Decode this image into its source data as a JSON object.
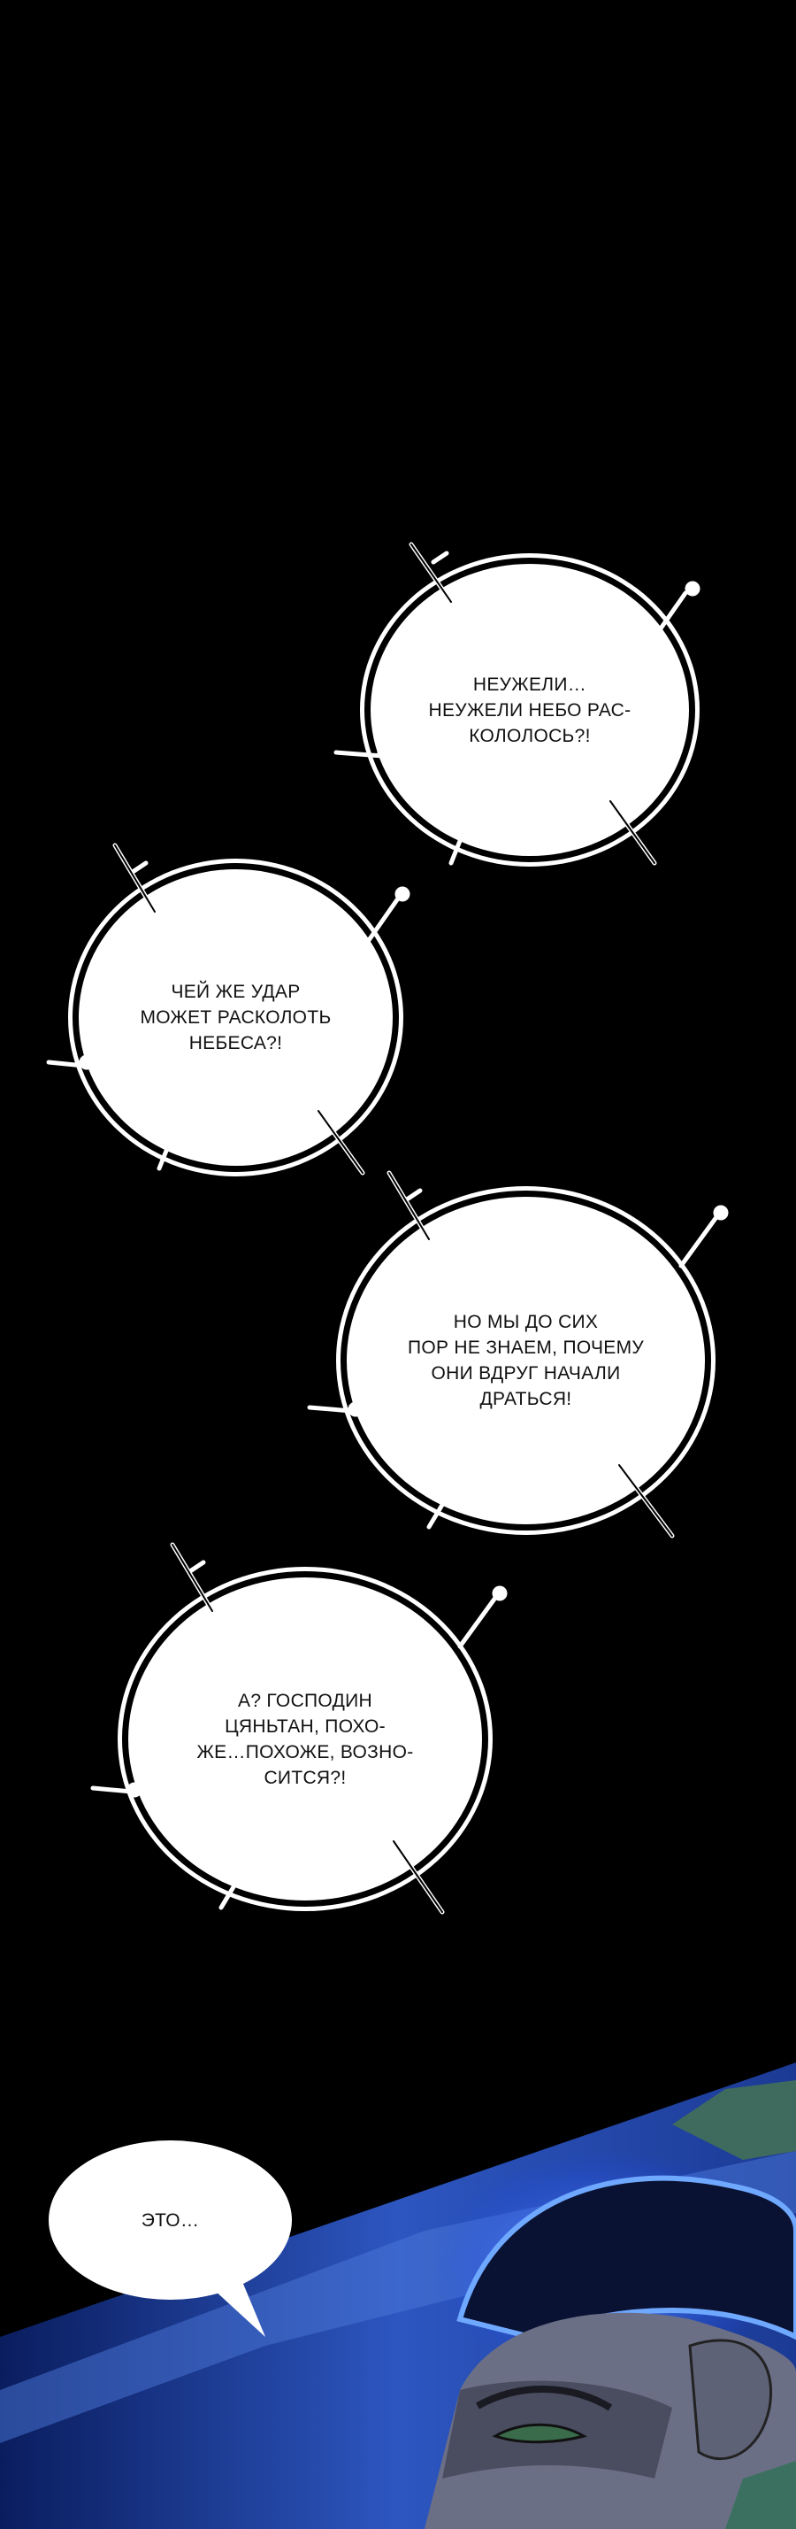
{
  "bubbles": [
    {
      "text": "НЕУЖЕЛИ…\nНЕУЖЕЛИ НЕБО РАС-\nКОЛОЛОСЬ?!"
    },
    {
      "text": "ЧЕЙ ЖЕ УДАР\nМОЖЕТ РАСКОЛОТЬ\nНЕБЕСА?!"
    },
    {
      "text": "НО МЫ ДО СИХ\nПОР НЕ ЗНАЕМ, ПОЧЕМУ\nОНИ ВДРУГ НАЧАЛИ\nДРАТЬСЯ!"
    },
    {
      "text": "А? ГОСПОДИН\nЦЯНЬТАН, ПОХО-\nЖЕ…ПОХОЖЕ, ВОЗНО-\nСИТСЯ?!"
    }
  ],
  "speech": {
    "text": "ЭТО…"
  },
  "colors": {
    "background": "#000000",
    "bubble": "#ffffff",
    "glow": "#3d7bff",
    "sky": "#2b4fb0"
  }
}
